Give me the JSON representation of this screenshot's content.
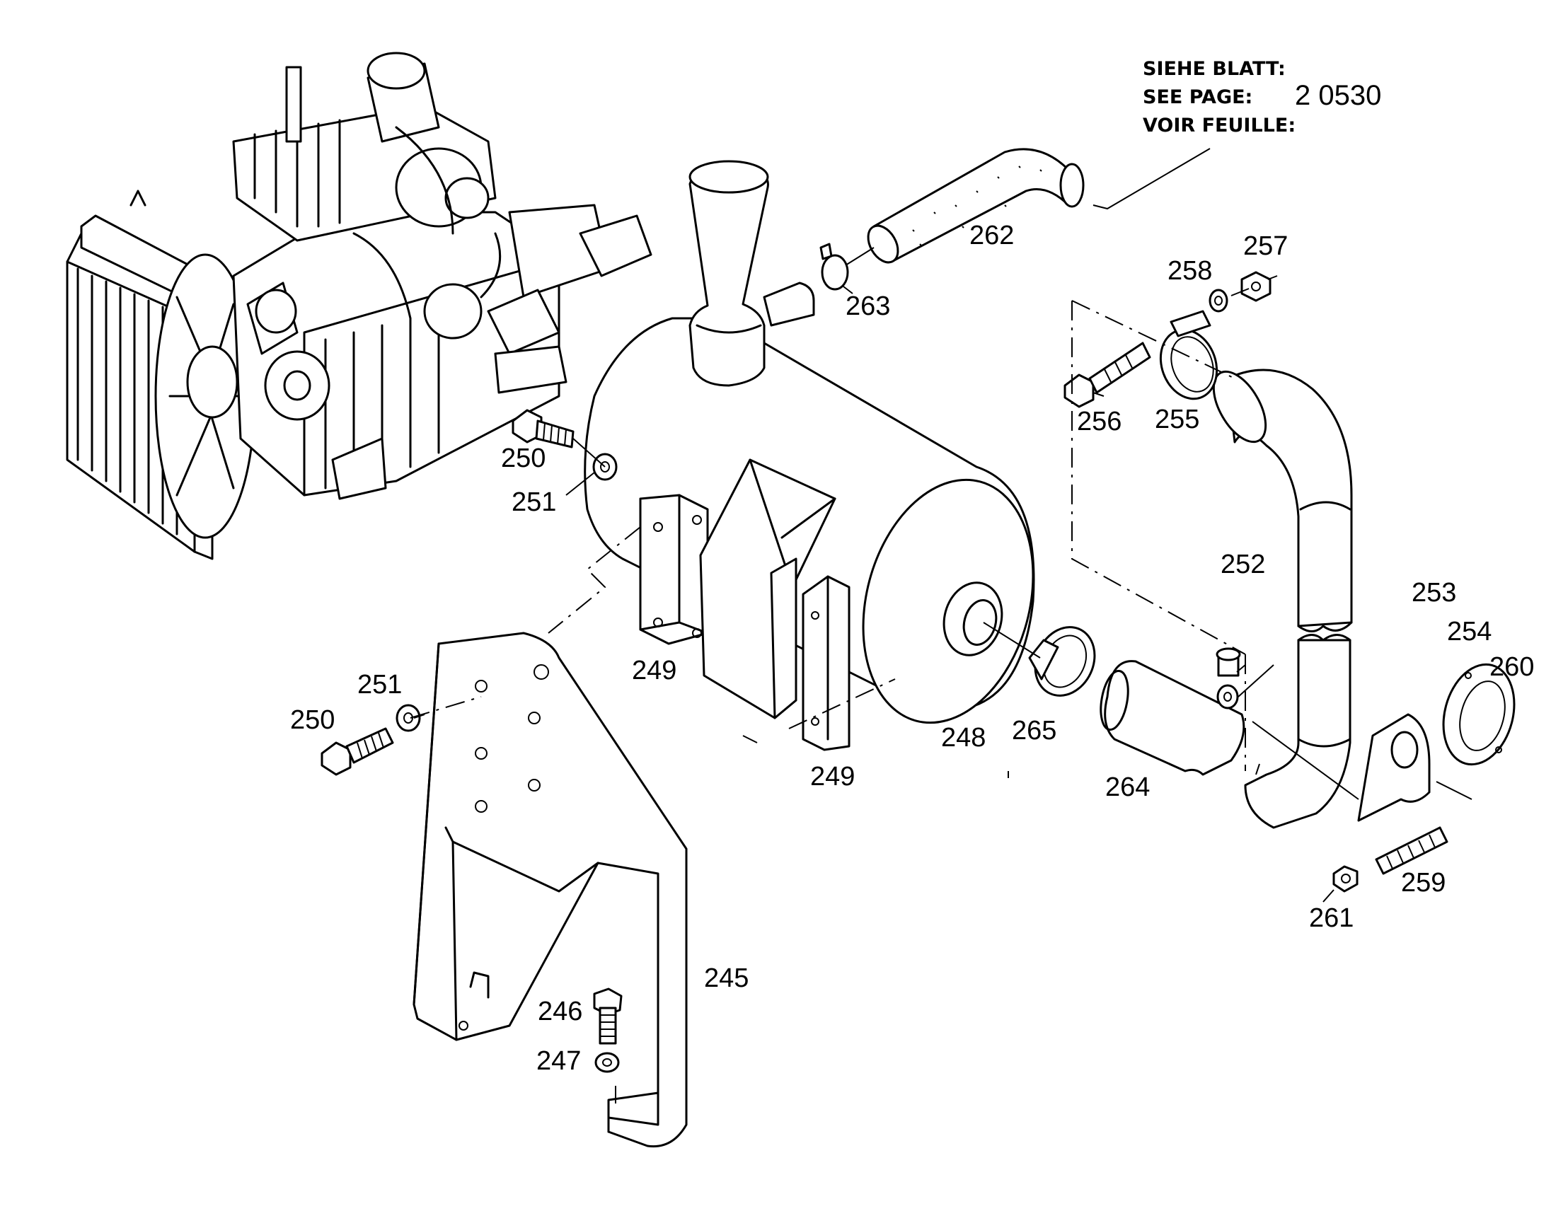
{
  "reference": {
    "line1": "SIEHE BLATT:",
    "line2": "SEE PAGE:",
    "line3": "VOIR FEUILLE:",
    "page_number": "2 0530"
  },
  "parts": [
    {
      "id": "p245",
      "label": "245"
    },
    {
      "id": "p246",
      "label": "246"
    },
    {
      "id": "p247",
      "label": "247"
    },
    {
      "id": "p248",
      "label": "248"
    },
    {
      "id": "p249a",
      "label": "249"
    },
    {
      "id": "p249b",
      "label": "249"
    },
    {
      "id": "p250a",
      "label": "250"
    },
    {
      "id": "p250b",
      "label": "250"
    },
    {
      "id": "p251a",
      "label": "251"
    },
    {
      "id": "p251b",
      "label": "251"
    },
    {
      "id": "p252",
      "label": "252"
    },
    {
      "id": "p253",
      "label": "253"
    },
    {
      "id": "p254",
      "label": "254"
    },
    {
      "id": "p255",
      "label": "255"
    },
    {
      "id": "p256",
      "label": "256"
    },
    {
      "id": "p257",
      "label": "257"
    },
    {
      "id": "p258",
      "label": "258"
    },
    {
      "id": "p259",
      "label": "259"
    },
    {
      "id": "p260",
      "label": "260"
    },
    {
      "id": "p261",
      "label": "261"
    },
    {
      "id": "p262",
      "label": "262"
    },
    {
      "id": "p263",
      "label": "263"
    },
    {
      "id": "p264",
      "label": "264"
    },
    {
      "id": "p265",
      "label": "265"
    }
  ]
}
